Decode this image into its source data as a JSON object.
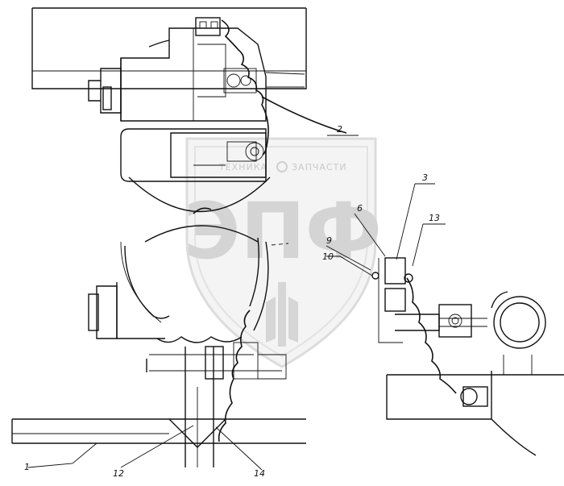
{
  "callouts": {
    "c1": "1",
    "c2": "2",
    "c3": "3",
    "c6": "6",
    "c9": "9",
    "c10": "10",
    "c12": "12",
    "c13": "13",
    "c14": "14"
  },
  "watermark": {
    "text_left": "ТЕХНИКА",
    "text_right": "ЗАПЧАСТИ",
    "logo": "ЭПФ"
  },
  "colors": {
    "ink": "#111111",
    "watermark": "#d4d4d4",
    "background": "#ffffff"
  }
}
